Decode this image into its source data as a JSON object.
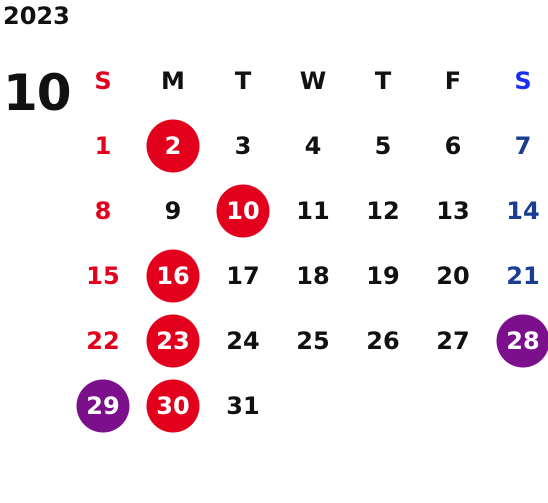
{
  "year": "2023",
  "month": "10",
  "colors": {
    "sunday": "#e2001d",
    "saturday_header": "#1a2ef0",
    "saturday": "#1a3d8f",
    "holiday_circle": "#e2001d",
    "special_circle": "#7c0f8c"
  },
  "weekdays": [
    "S",
    "M",
    "T",
    "W",
    "T",
    "F",
    "S"
  ],
  "weeks": [
    [
      {
        "day": "1",
        "style": "sun"
      },
      {
        "day": "2",
        "style": "circle-red"
      },
      {
        "day": "3",
        "style": ""
      },
      {
        "day": "4",
        "style": ""
      },
      {
        "day": "5",
        "style": ""
      },
      {
        "day": "6",
        "style": ""
      },
      {
        "day": "7",
        "style": "sat"
      }
    ],
    [
      {
        "day": "8",
        "style": "sun"
      },
      {
        "day": "9",
        "style": ""
      },
      {
        "day": "10",
        "style": "circle-red"
      },
      {
        "day": "11",
        "style": ""
      },
      {
        "day": "12",
        "style": ""
      },
      {
        "day": "13",
        "style": ""
      },
      {
        "day": "14",
        "style": "sat"
      }
    ],
    [
      {
        "day": "15",
        "style": "sun"
      },
      {
        "day": "16",
        "style": "circle-red"
      },
      {
        "day": "17",
        "style": ""
      },
      {
        "day": "18",
        "style": ""
      },
      {
        "day": "19",
        "style": ""
      },
      {
        "day": "20",
        "style": ""
      },
      {
        "day": "21",
        "style": "sat"
      }
    ],
    [
      {
        "day": "22",
        "style": "sun"
      },
      {
        "day": "23",
        "style": "circle-red"
      },
      {
        "day": "24",
        "style": ""
      },
      {
        "day": "25",
        "style": ""
      },
      {
        "day": "26",
        "style": ""
      },
      {
        "day": "27",
        "style": ""
      },
      {
        "day": "28",
        "style": "circle-purple"
      }
    ],
    [
      {
        "day": "29",
        "style": "circle-purple"
      },
      {
        "day": "30",
        "style": "circle-red"
      },
      {
        "day": "31",
        "style": ""
      },
      {
        "day": "",
        "style": ""
      },
      {
        "day": "",
        "style": ""
      },
      {
        "day": "",
        "style": ""
      },
      {
        "day": "",
        "style": ""
      }
    ]
  ]
}
